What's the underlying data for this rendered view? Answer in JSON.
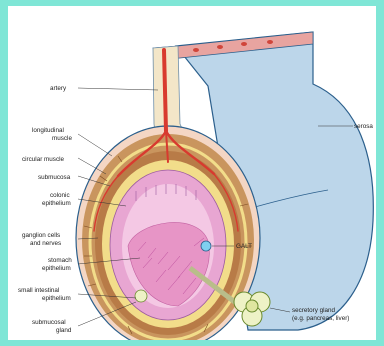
{
  "border_color": "#7fe6d6",
  "colors": {
    "serosa": "#bcd6ea",
    "serosa_edge": "#2b5f8c",
    "muscle": "#c9955e",
    "submucosa": "#f2dd8a",
    "epithelium": "#e8a6d2",
    "artery": "#d83a2f",
    "gland": "#eef2c6"
  },
  "labels": {
    "artery": "artery",
    "longitudinal_muscle_1": "longitudinal",
    "longitudinal_muscle_2": "muscle",
    "circular_muscle": "circular muscle",
    "submucosa": "submucosa",
    "colonic_epithelium_1": "colonic",
    "colonic_epithelium_2": "epithelium",
    "ganglion_1": "ganglion cells",
    "ganglion_2": "and nerves",
    "stomach_1": "stomach",
    "stomach_2": "epithelium",
    "small_intestinal_1": "small intestinal",
    "small_intestinal_2": "epithelium",
    "submucosal_gland_1": "submucosal",
    "submucosal_gland_2": "gland",
    "serosa": "serosa",
    "galt": "GALT",
    "secretory_gland_1": "secretory gland",
    "secretory_gland_2": "(e.g. pancreas, liver)"
  }
}
